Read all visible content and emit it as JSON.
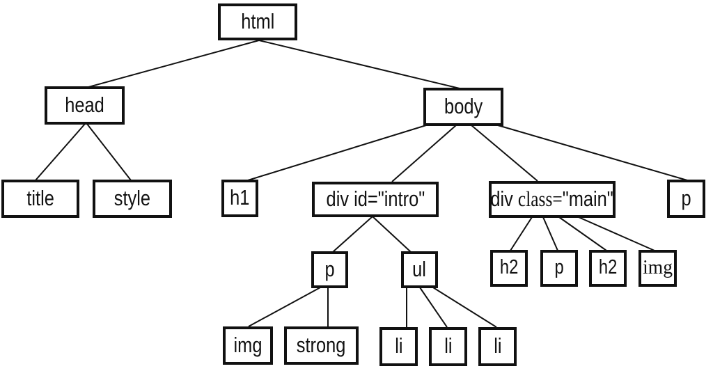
{
  "diagram": {
    "description": "DOM tree of an HTML document",
    "nodes": {
      "html": {
        "label": "html"
      },
      "head": {
        "label": "head"
      },
      "body": {
        "label": "body"
      },
      "title": {
        "label": "title"
      },
      "style": {
        "label": "style"
      },
      "h1": {
        "label": "h1"
      },
      "div_intro": {
        "label": "div id=\"intro\""
      },
      "div_main": {
        "label": "div class=\"main\"",
        "parts": [
          "div ",
          "class=",
          "\"main\""
        ]
      },
      "p_body": {
        "label": "p"
      },
      "p_intro": {
        "label": "p"
      },
      "ul": {
        "label": "ul"
      },
      "h2_first": {
        "label": "h2"
      },
      "p_main": {
        "label": "p"
      },
      "h2_second": {
        "label": "h2"
      },
      "img_main": {
        "label": "img"
      },
      "img_p": {
        "label": "img"
      },
      "strong": {
        "label": "strong"
      },
      "li_1": {
        "label": "li"
      },
      "li_2": {
        "label": "li"
      },
      "li_3": {
        "label": "li"
      }
    },
    "hierarchy": {
      "html": [
        "head",
        "body"
      ],
      "head": [
        "title",
        "style"
      ],
      "body": [
        "h1",
        "div id=\"intro\"",
        "div class=\"main\"",
        "p"
      ],
      "div id=\"intro\"": [
        "p",
        "ul"
      ],
      "div class=\"main\"": [
        "h2",
        "p",
        "h2",
        "img"
      ],
      "p (under div id=\"intro\")": [
        "img",
        "strong"
      ],
      "ul": [
        "li",
        "li",
        "li"
      ]
    },
    "colors": {
      "background": "#ffffff",
      "border": "#111111",
      "text": "#111111",
      "line": "#111111"
    }
  }
}
